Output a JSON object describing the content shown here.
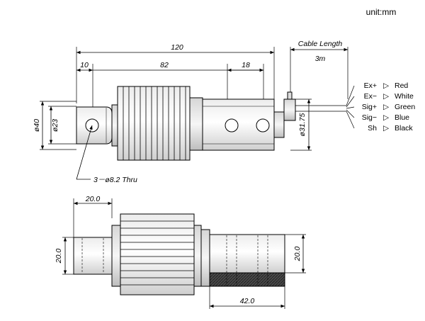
{
  "unit_label": "unit:mm",
  "top_view": {
    "dimensions": {
      "overall_length": "120",
      "first_hole_offset": "10",
      "hole_to_hole": "82",
      "end_hole_pitch": "18",
      "height": "ø40",
      "left_neck": "ø23",
      "right_body": "ø31.75"
    },
    "hole_callout": "3－ø8.2 Thru",
    "cable": {
      "label": "Cable Length",
      "length": "3m"
    },
    "wiring": [
      {
        "signal": "Ex+",
        "color": "Red"
      },
      {
        "signal": "Ex−",
        "color": "White"
      },
      {
        "signal": "Sig+",
        "color": "Green"
      },
      {
        "signal": "Sig−",
        "color": "Blue"
      },
      {
        "signal": "Sh",
        "color": "Black"
      }
    ]
  },
  "side_view": {
    "dimensions": {
      "left_width": "20.0",
      "left_height": "20.0",
      "right_height": "20.0",
      "bottom_length": "42.0"
    }
  }
}
